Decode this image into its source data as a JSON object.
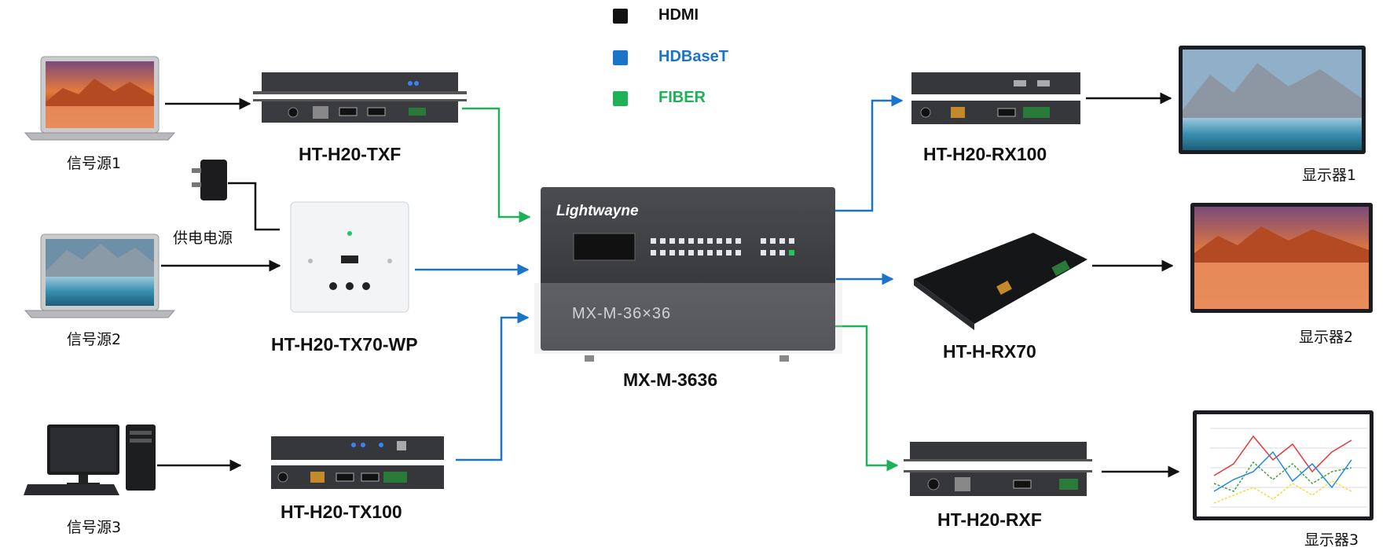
{
  "legend": [
    {
      "label": "HDMI",
      "color": "#111111"
    },
    {
      "label": "HDBaseT",
      "color": "#1a75c9"
    },
    {
      "label": "FIBER",
      "color": "#1fb157"
    }
  ],
  "sources": {
    "src1": "信号源1",
    "src2": "信号源2",
    "src3": "信号源3",
    "power": "供电电源"
  },
  "transmitters": {
    "txf": "HT-H20-TXF",
    "tx70wp": "HT-H20-TX70-WP",
    "tx100": "HT-H20-TX100"
  },
  "matrix": {
    "label": "MX-M-3636",
    "brand": "Lightwayne",
    "panel_model": "MX-M-36×36"
  },
  "receivers": {
    "rx100": "HT-H20-RX100",
    "rx70": "HT-H-RX70",
    "rxf": "HT-H20-RXF"
  },
  "displays": {
    "d1": "显示器1",
    "d2": "显示器2",
    "d3": "显示器3"
  },
  "colors": {
    "hdmi": "#111111",
    "hdbaset": "#1a75c9",
    "fiber": "#1fb157"
  }
}
